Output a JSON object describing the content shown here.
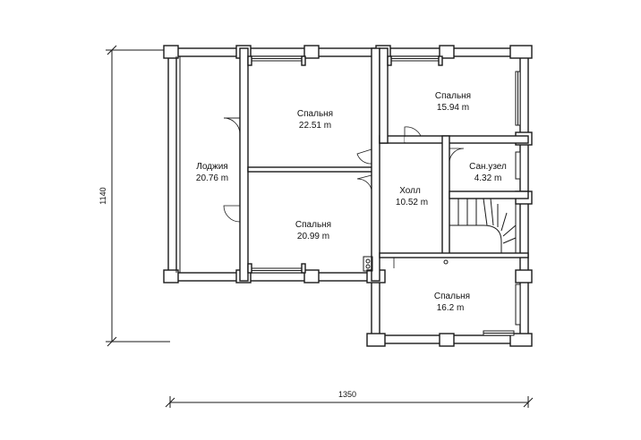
{
  "plan": {
    "rooms": [
      {
        "id": "loggia",
        "name": "Лоджия",
        "area": "20.76 m"
      },
      {
        "id": "bedroom1",
        "name": "Спальня",
        "area": "22.51 m"
      },
      {
        "id": "bedroom2",
        "name": "Спальня",
        "area": "15.94 m"
      },
      {
        "id": "bathroom",
        "name": "Сан.узел",
        "area": "4.32 m"
      },
      {
        "id": "hall",
        "name": "Холл",
        "area": "10.52 m"
      },
      {
        "id": "bedroom3",
        "name": "Спальня",
        "area": "20.99 m"
      },
      {
        "id": "bedroom4",
        "name": "Спальня",
        "area": "16.2 m"
      }
    ],
    "dimensions": {
      "width": "1350",
      "height": "1140"
    }
  }
}
